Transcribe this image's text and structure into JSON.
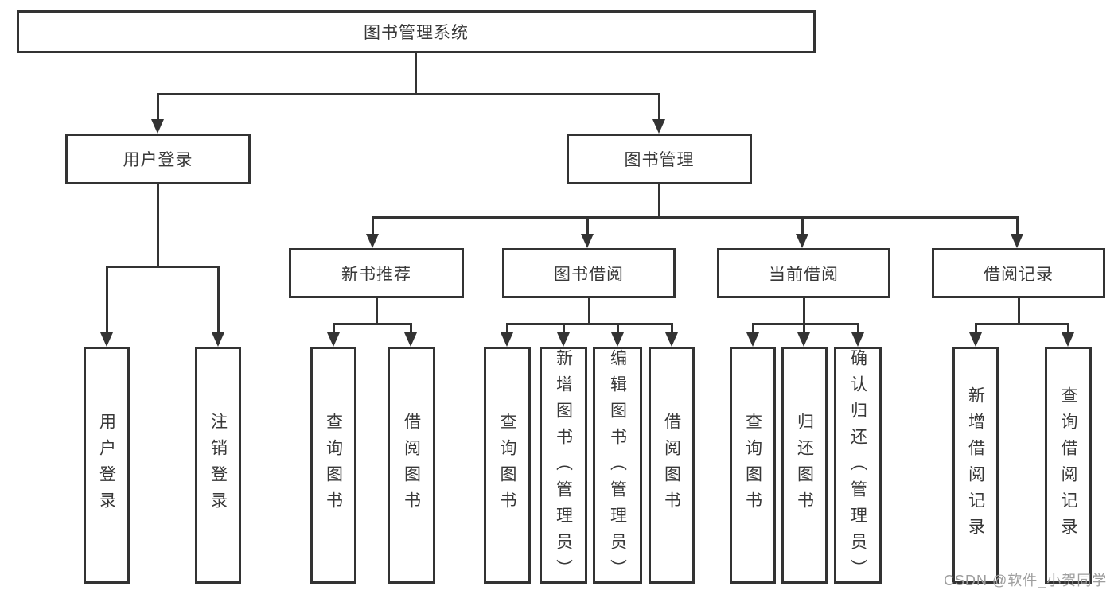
{
  "page": {
    "background": "#ffffff",
    "watermark": "CSDN @软件_小贺同学"
  },
  "colors": {
    "line": "#333333",
    "text": "#383838",
    "watermark": "#9d9d9d"
  },
  "tree": {
    "root": "图书管理系统",
    "login_branch": {
      "label": "用户登录",
      "children": [
        "用户登录",
        "注销登录"
      ]
    },
    "management_branch": {
      "label": "图书管理",
      "children": [
        {
          "label": "新书推荐",
          "children": [
            "查询图书",
            "借阅图书"
          ]
        },
        {
          "label": "图书借阅",
          "children": [
            "查询图书",
            "新增图书（管理员）",
            "编辑图书（管理员）",
            "借阅图书"
          ]
        },
        {
          "label": "当前借阅",
          "children": [
            "查询图书",
            "归还图书",
            "确认归还（管理员）"
          ]
        },
        {
          "label": "借阅记录",
          "children": [
            "新增借阅记录",
            "查询借阅记录"
          ]
        }
      ]
    }
  }
}
